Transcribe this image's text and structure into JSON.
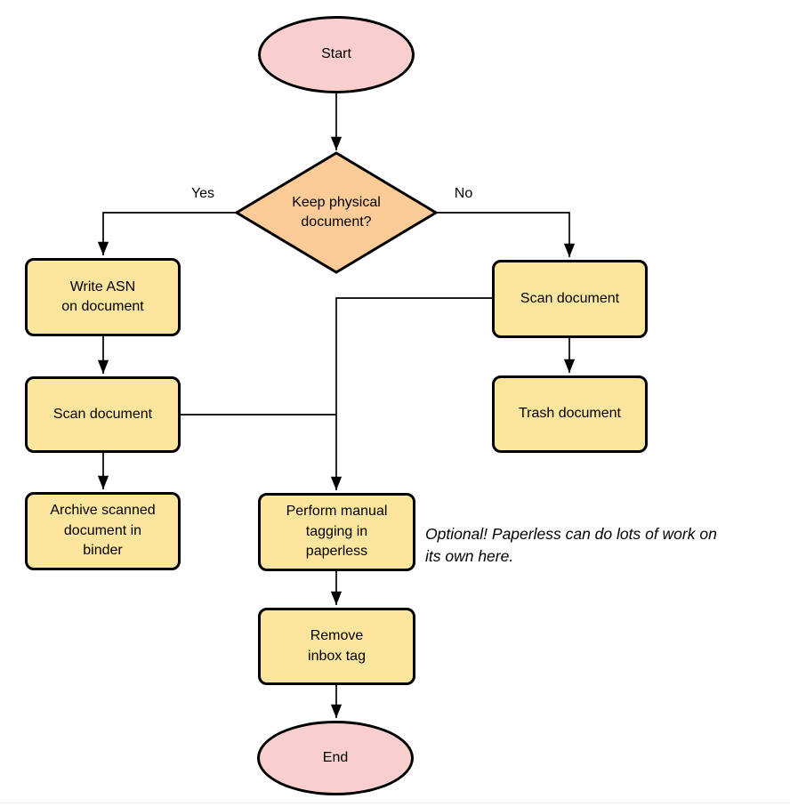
{
  "colors": {
    "terminal_fill": "#F8CFCD",
    "decision_fill": "#FBCB98",
    "process_fill": "#FCE59D",
    "stroke": "#000000",
    "background": "#FFFFFF"
  },
  "nodes": {
    "start": "Start",
    "decision": "Keep physical\ndocument?",
    "write_asn": "Write ASN\non document",
    "scan_left": "Scan document",
    "archive": "Archive scanned\ndocument in\nbinder",
    "scan_right": "Scan document",
    "trash": "Trash document",
    "perform_tagging": "Perform manual\ntagging in\npaperless",
    "remove_inbox": "Remove\ninbox tag",
    "end": "End"
  },
  "edge_labels": {
    "yes": "Yes",
    "no": "No"
  },
  "annotation": "Optional! Paperless can do lots of work on\nits own here."
}
